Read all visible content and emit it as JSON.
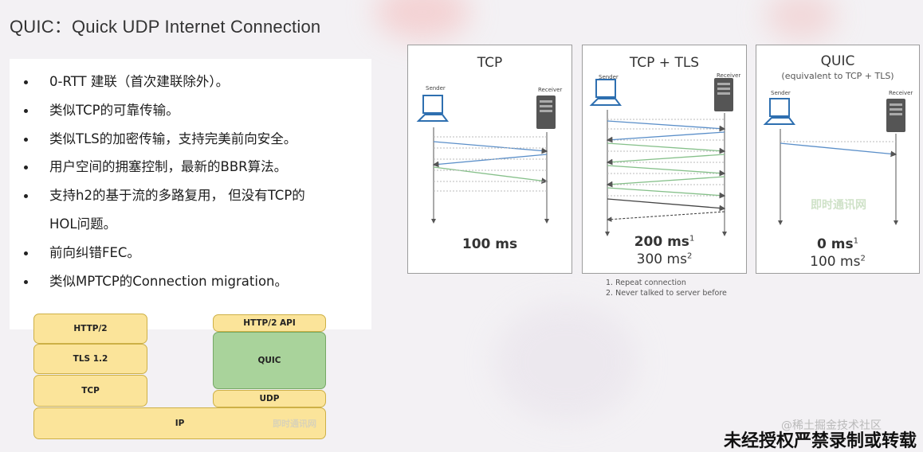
{
  "slide": {
    "title": "QUIC：Quick UDP Internet Connection",
    "bullets": [
      "0-RTT 建联（首次建联除外）。",
      "类似TCP的可靠传输。",
      "类似TLS的加密传输，支持完美前向安全。",
      "用户空间的拥塞控制，最新的BBR算法。",
      "支持h2的基于流的多路复用， 但没有TCP的",
      "HOL问题。",
      "前向纠错FEC。",
      "类似MPTCP的Connection migration。"
    ]
  },
  "stack": {
    "left": [
      "HTTP/2",
      "TLS 1.2",
      "TCP"
    ],
    "right": [
      "HTTP/2 API",
      "QUIC",
      "UDP"
    ],
    "base": "IP",
    "watermark": "即时通讯网"
  },
  "panels": [
    {
      "title": "TCP",
      "subtitle": "",
      "sender": "Sender",
      "receiver": "Receiver",
      "timing_bold": "100 ms",
      "timing_bold_sup": "",
      "timing_normal": "",
      "timing_normal_sup": ""
    },
    {
      "title": "TCP + TLS",
      "subtitle": "",
      "sender": "Sender",
      "receiver": "Receiver",
      "timing_bold": "200 ms",
      "timing_bold_sup": "1",
      "timing_normal": "300 ms",
      "timing_normal_sup": "2"
    },
    {
      "title": "QUIC",
      "subtitle": "(equivalent to TCP + TLS)",
      "sender": "Sender",
      "receiver": "Receiver",
      "timing_bold": "0 ms",
      "timing_bold_sup": "1",
      "timing_normal": "100 ms",
      "timing_normal_sup": "2",
      "watermark": "即时通讯网"
    }
  ],
  "footnotes": [
    "1. Repeat connection",
    "2. Never talked to server before"
  ],
  "credit": "@稀土掘金技术社区",
  "copyright": "未经授权严禁录制或转载",
  "colors": {
    "stack_yellow": "#fbe49a",
    "stack_green": "#a9d39b",
    "arrow_blue": "#5b8fc9",
    "arrow_green": "#86c08a",
    "arrow_dark": "#444444"
  }
}
